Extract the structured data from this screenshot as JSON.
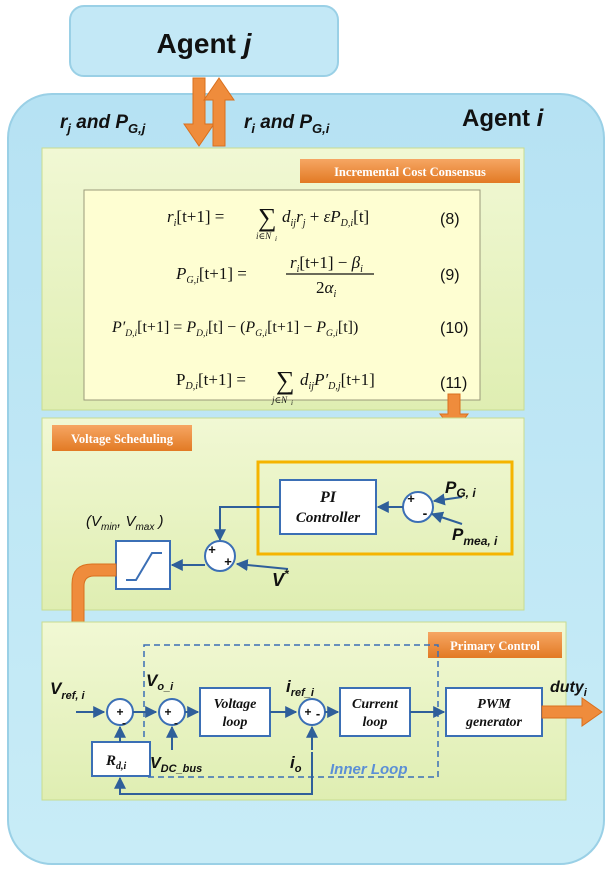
{
  "agent_j": {
    "prefix": "Agent ",
    "sub": "j"
  },
  "agent_i": {
    "prefix": "Agent ",
    "sub": "i"
  },
  "exchange": {
    "left": {
      "r": "r",
      "rsub": "j",
      "and": " and P",
      "psub": "G,j"
    },
    "right": {
      "r": "r",
      "rsub": "i",
      "and": " and P",
      "psub": "G,i"
    }
  },
  "sections": {
    "consensus": "Incremental Cost Consensus",
    "voltage": "Voltage Scheduling",
    "primary": "Primary Control"
  },
  "equations": [
    {
      "number": "(8)"
    },
    {
      "number": "(9)"
    },
    {
      "number": "(10)"
    },
    {
      "number": "(11)"
    }
  ],
  "voltage_block": {
    "pi_line1": "PI",
    "pi_line2": "Controller",
    "pg": {
      "main": "P",
      "sub": "G, i"
    },
    "pmea": {
      "main": "P",
      "sub": "mea, i"
    },
    "limits": {
      "open": "(V",
      "min": "min",
      "comma": ", V",
      "max": "max",
      "close": " )"
    },
    "vstar": {
      "main": "V",
      "sup": "*"
    },
    "sum_plus": "+",
    "sum_minus": "-"
  },
  "primary_block": {
    "vref": {
      "main": "V",
      "sub": "ref, i"
    },
    "vo": {
      "main": "V",
      "sub": "o_i"
    },
    "iref": {
      "main": "i",
      "sub": "ref_i"
    },
    "vdc": {
      "main": "V",
      "sub": "DC_bus"
    },
    "io": {
      "main": "i",
      "sub": "o"
    },
    "rd": {
      "main": "R",
      "sub": "d,i"
    },
    "voltage_loop": [
      "Voltage",
      "loop"
    ],
    "current_loop": [
      "Current",
      "loop"
    ],
    "pwm": [
      "PWM",
      "generator"
    ],
    "duty": {
      "main": "duty",
      "sub": "i"
    },
    "inner_loop": "Inner Loop"
  },
  "colors": {
    "agent_bg": "#bfe6f4",
    "section_bg": "#e9f3c4",
    "equation_bg": "#fefed2",
    "orange": "#ef8c3c",
    "block_border": "#3b6fb5",
    "pi_frame": "#f5b400",
    "inner_loop_text": "#5b8fd6"
  }
}
